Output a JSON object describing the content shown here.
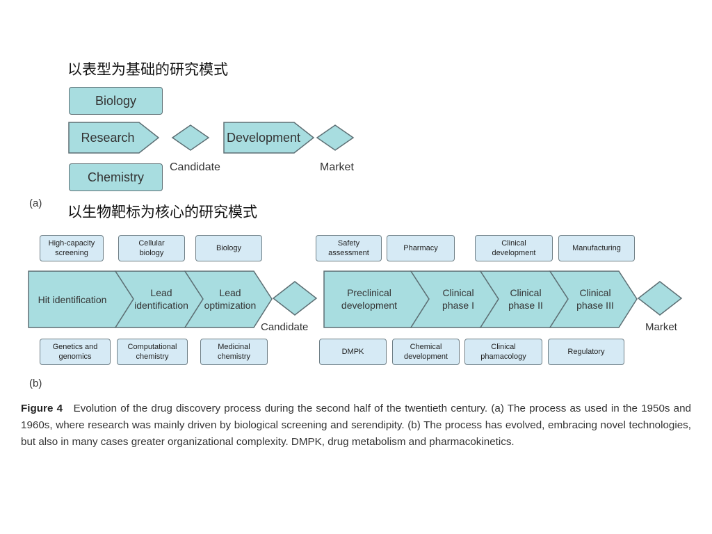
{
  "heading_a": "以表型为基础的研究模式",
  "heading_b": "以生物靶标为核心的研究模式",
  "panel_a": {
    "tag": "(a)",
    "boxes": {
      "biology": "Biology",
      "chemistry": "Chemistry"
    },
    "arrows": {
      "research": "Research",
      "development": "Development"
    },
    "milestones": {
      "candidate": "Candidate",
      "market": "Market"
    }
  },
  "panel_b": {
    "tag": "(b)",
    "top_boxes": [
      "High-capacity\nscreening",
      "Cellular\nbiology",
      "Biology",
      "Safety\nassessment",
      "Pharmacy",
      "Clinical\ndevelopment",
      "Manufacturing"
    ],
    "bottom_boxes": [
      "Genetics and\ngenomics",
      "Computational\nchemistry",
      "Medicinal\nchemistry",
      "DMPK",
      "Chemical\ndevelopment",
      "Clinical\nphamacology",
      "Regulatory"
    ],
    "stages": [
      "Hit identification",
      "Lead\nidentification",
      "Lead\noptimization",
      "Preclinical\ndevelopment",
      "Clinical\nphase I",
      "Clinical\nphase II",
      "Clinical\nphase III"
    ],
    "milestones": {
      "candidate": "Candidate",
      "market": "Market"
    }
  },
  "caption": {
    "label": "Figure 4",
    "text": "Evolution of the drug discovery process during the second half of the twentieth century. (a) The process as used in the 1950s and 1960s, where research was mainly driven by biological screening and serendipity. (b) The process has evolved, embracing novel technologies, but also in many cases greater organizational complexity. DMPK, drug metabolism and pharmacokinetics."
  },
  "colors": {
    "arrow_fill": "#a8dde0",
    "box_fill": "#d6eaf5",
    "stroke": "#5d6f74"
  }
}
